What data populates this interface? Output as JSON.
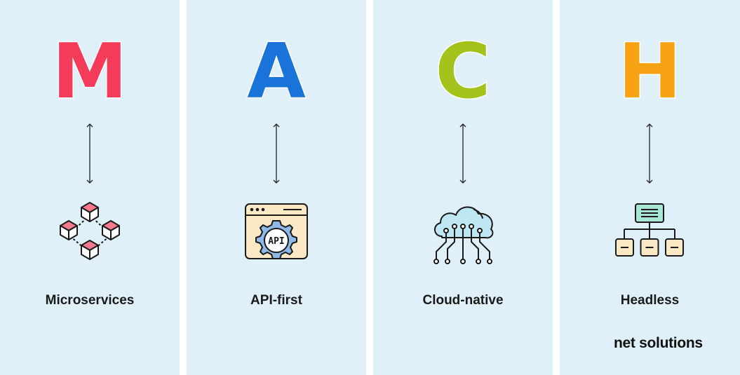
{
  "columns": [
    {
      "letter": "M",
      "label": "Microservices",
      "color": "#f43c5a",
      "icon": "microservices-cubes-icon"
    },
    {
      "letter": "A",
      "label": "API-first",
      "color": "#1a73d9",
      "icon": "api-gear-browser-icon"
    },
    {
      "letter": "C",
      "label": "Cloud-native",
      "color": "#a4c21c",
      "icon": "cloud-circuit-icon"
    },
    {
      "letter": "H",
      "label": "Headless",
      "color": "#f6a212",
      "icon": "hierarchy-icon"
    }
  ],
  "api_icon_text": "API",
  "brand": {
    "name": "net solutions"
  }
}
